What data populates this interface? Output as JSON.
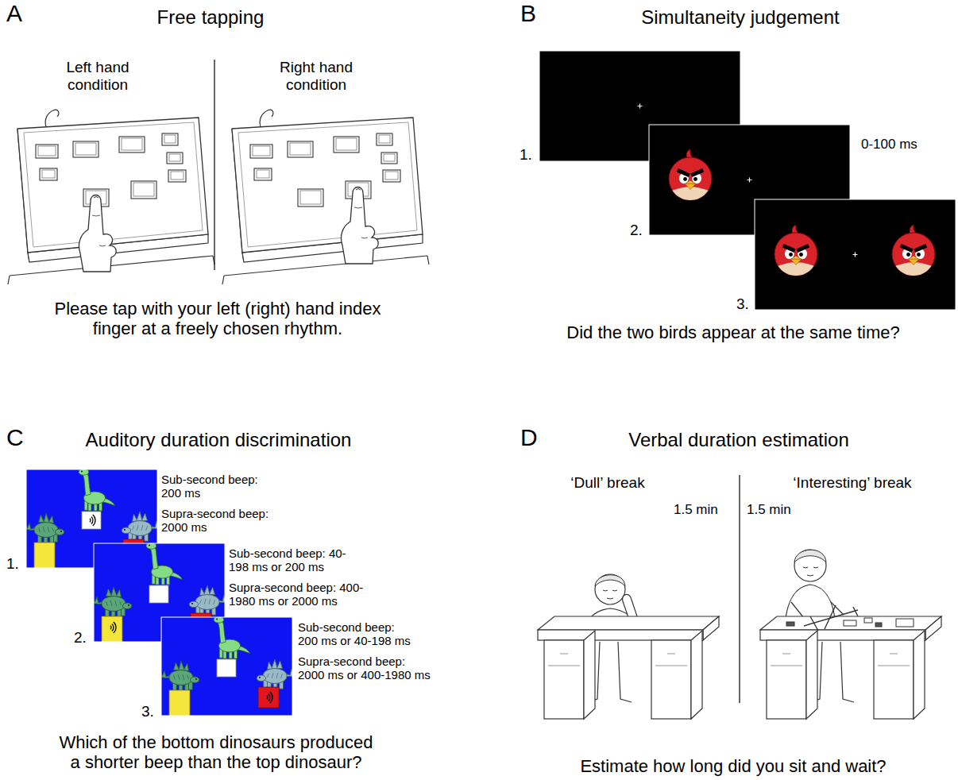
{
  "diagram": {
    "labels": [
      "A",
      "Free tapping",
      "Left hand condition",
      "Right hand condition",
      "Please tap with your left (right) hand index finger at a freely chosen rhythm.",
      "B",
      "Simultaneity judgement",
      "1.",
      "0-100 ms",
      "2.",
      "3.",
      "Did the two birds appear at the same time?",
      "C",
      "Auditory duration discrimination",
      "Sub-second beep: 200 ms",
      "Supra-second beep: 2000 ms",
      "1.",
      "Sub-second beep: 40-198 ms or 200 ms",
      "Supra-second beep: 400-1980 ms or 2000 ms",
      "2.",
      "Sub-second beep: 200 ms or 40-198 ms",
      "Supra-second beep: 2000 ms or 400-1980 ms",
      "3.",
      "Which of the bottom dinosaurs produced a shorter beep than the top dinosaur?",
      "D",
      "Verbal duration estimation",
      "‘Dull’ break",
      "‘Interesting’ break",
      "1.5 min",
      "1.5 min",
      "Estimate how long did you sit and wait?"
    ]
  }
}
